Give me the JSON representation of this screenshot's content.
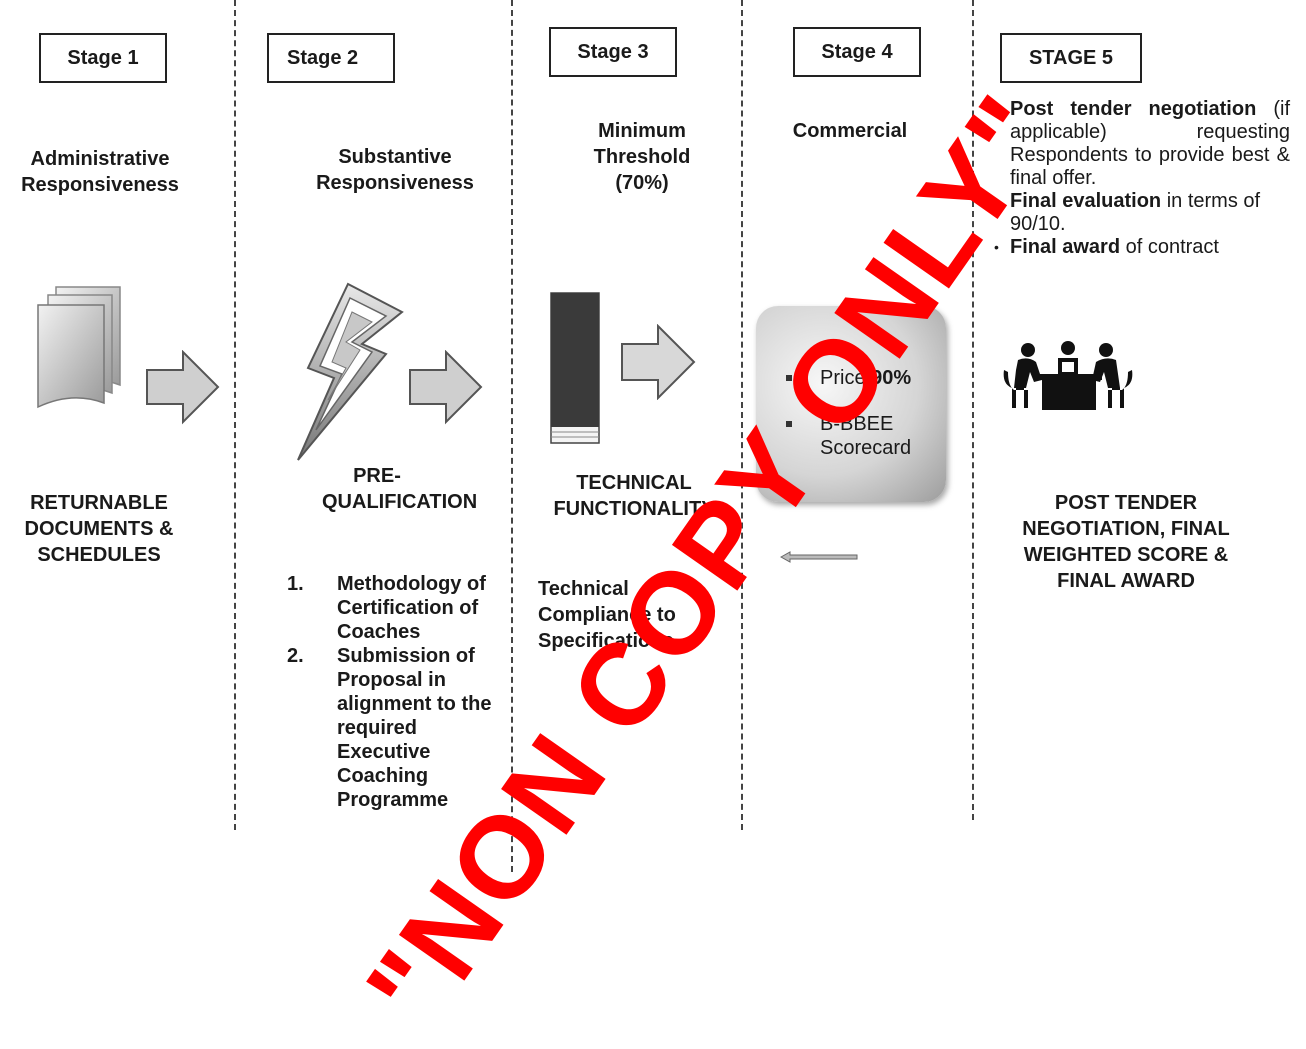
{
  "stages": [
    {
      "label": "Stage 1",
      "heading": "Administrative Responsiveness",
      "caption": "RETURNABLE DOCUMENTS & SCHEDULES",
      "icon": "documents-icon"
    },
    {
      "label": "Stage 2",
      "heading": "Substantive Responsiveness",
      "caption": "PRE-QUALIFICATION",
      "icon": "lightning-icon",
      "items": [
        {
          "num": "1.",
          "text": "Methodology of Certification of Coaches"
        },
        {
          "num": "2.",
          "text": "Submission of Proposal in alignment to the required Executive Coaching Programme"
        }
      ]
    },
    {
      "label": "Stage 3",
      "heading": "Minimum Threshold (70%)",
      "caption": "TECHNICAL FUNCTIONALITY",
      "icon": "threshold-bar-icon",
      "note": "Technical Compliance to Specifications"
    },
    {
      "label": "Stage 4",
      "heading": "Commercial",
      "icon": "commercial-box",
      "box_items": [
        {
          "text": "Price ",
          "bold": "90%"
        },
        {
          "text": "B-BBEE Scorecard",
          "bold": ""
        }
      ]
    },
    {
      "label": "STAGE 5",
      "caption": "POST TENDER NEGOTIATION, FINAL WEIGHTED SCORE & FINAL AWARD",
      "icon": "meeting-people-icon",
      "bullets": [
        {
          "bold": "Post tender negotiation",
          "rest": " (if applicable) requesting Respondents to provide best & final offer."
        },
        {
          "bold": "Final evaluation",
          "rest": " in terms of 90/10."
        },
        {
          "bold": "Final award",
          "rest": " of contract"
        }
      ]
    }
  ],
  "watermark": "\"NON COPY ONLY\"",
  "colors": {
    "watermark": "#ff0000",
    "arrow_fill": "#cfcfcf",
    "bar_dark": "#3a3a3a"
  }
}
